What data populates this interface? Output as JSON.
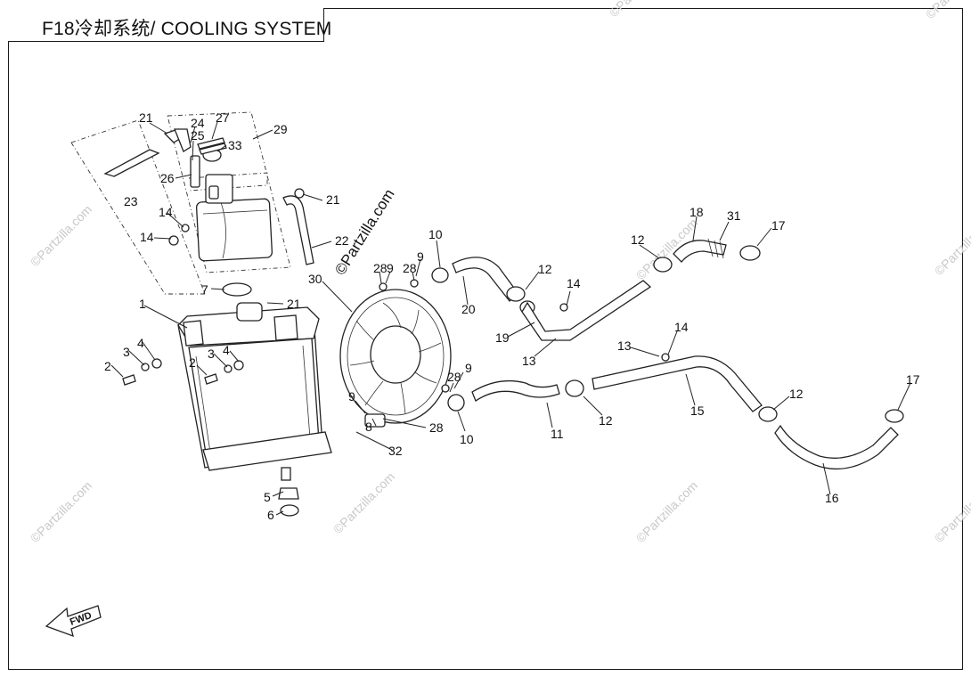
{
  "title": "F18冷却系统/ COOLING SYSTEM",
  "watermark": "©Partzilla.com",
  "direction_marker": "FWD",
  "labels": {
    "l1": "1",
    "l2a": "2",
    "l3a": "3",
    "l4a": "4",
    "l2b": "2",
    "l3b": "3",
    "l4b": "4",
    "l5": "5",
    "l6": "6",
    "l7": "7",
    "l8": "8",
    "l9a": "9",
    "l9b": "9",
    "l9c": "9",
    "l9d": "9",
    "l10a": "10",
    "l10b": "10",
    "l11": "11",
    "l12a": "12",
    "l12b": "12",
    "l12c": "12",
    "l12d": "12",
    "l13a": "13",
    "l13b": "13",
    "l14a": "14",
    "l14b": "14",
    "l14c": "14",
    "l14d": "14",
    "l15": "15",
    "l16": "16",
    "l17a": "17",
    "l17b": "17",
    "l18": "18",
    "l19": "19",
    "l20": "20",
    "l21a": "21",
    "l21b": "21",
    "l21c": "21",
    "l22": "22",
    "l23": "23",
    "l24": "24",
    "l25": "25",
    "l26": "26",
    "l27": "27",
    "l28a": "28",
    "l28b": "28",
    "l28c": "28",
    "l28d": "28",
    "l29": "29",
    "l30": "30",
    "l31": "31",
    "l32": "32",
    "l33": "33"
  },
  "colors": {
    "ink": "#222222",
    "watermark": "#c9c9c9",
    "background": "#ffffff"
  }
}
